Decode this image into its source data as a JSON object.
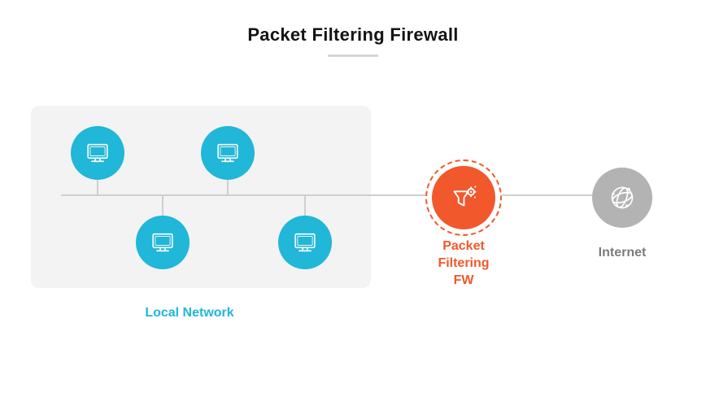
{
  "title": "Packet Filtering Firewall",
  "groups": {
    "local_network": {
      "label": "Local Network",
      "computer_count": 4
    }
  },
  "nodes": {
    "computer": {
      "icon": "monitor-icon",
      "color": "#20b7d8"
    },
    "firewall": {
      "label_lines": [
        "Packet",
        "Filtering",
        "FW"
      ],
      "icon": "funnel-gear-icon",
      "color": "#f1582b"
    },
    "internet": {
      "label": "Internet",
      "icon": "globe-network-icon",
      "color": "#b3b3b3"
    }
  },
  "colors": {
    "accent_cyan": "#20b7d8",
    "accent_orange": "#f1582b",
    "node_gray": "#b3b3b3",
    "panel_background": "#f3f3f3",
    "connector_line": "#cfcfcf",
    "title_text": "#141414",
    "internet_label_text": "#7c7c7c"
  }
}
